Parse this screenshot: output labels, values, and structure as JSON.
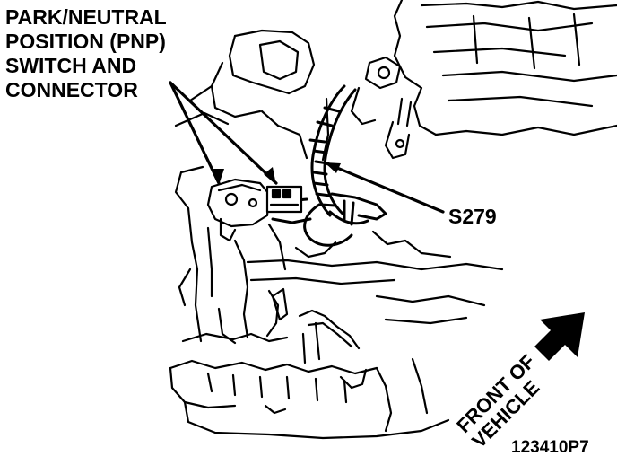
{
  "callouts": {
    "pnp_switch": [
      "PARK/NEUTRAL",
      "POSITION (PNP)",
      "SWITCH AND",
      "CONNECTOR"
    ],
    "splice": "S279"
  },
  "direction": {
    "lines": [
      "FRONT OF",
      "VEHICLE"
    ]
  },
  "figure_number": "123410P7"
}
